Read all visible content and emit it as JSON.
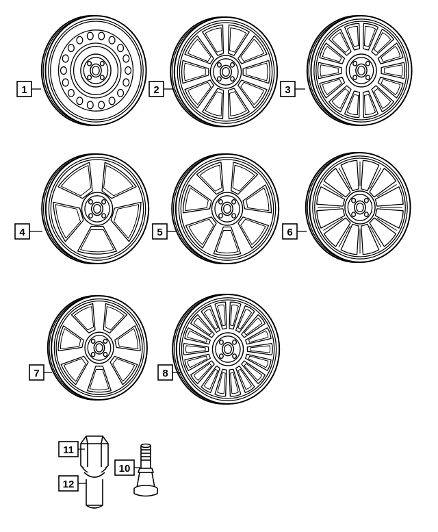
{
  "callouts": {
    "c1": "1",
    "c2": "2",
    "c3": "3",
    "c4": "4",
    "c5": "5",
    "c6": "6",
    "c7": "7",
    "c8": "8",
    "c10": "10",
    "c11": "11",
    "c12": "12"
  },
  "parts": [
    {
      "callout": "1",
      "icon": "steel-wheel-icon"
    },
    {
      "callout": "2",
      "icon": "alloy-wheel-icon"
    },
    {
      "callout": "3",
      "icon": "alloy-wheel-icon"
    },
    {
      "callout": "4",
      "icon": "alloy-wheel-icon"
    },
    {
      "callout": "5",
      "icon": "alloy-wheel-icon"
    },
    {
      "callout": "6",
      "icon": "alloy-wheel-icon"
    },
    {
      "callout": "7",
      "icon": "alloy-wheel-icon"
    },
    {
      "callout": "8",
      "icon": "alloy-wheel-icon"
    },
    {
      "callout": "10",
      "icon": "valve-stem-icon"
    },
    {
      "callout": "11",
      "icon": "lug-bolt-icon"
    },
    {
      "callout": "12",
      "icon": "lug-bolt-icon"
    }
  ],
  "style": {
    "line_color": "#000000",
    "background": "#ffffff"
  }
}
